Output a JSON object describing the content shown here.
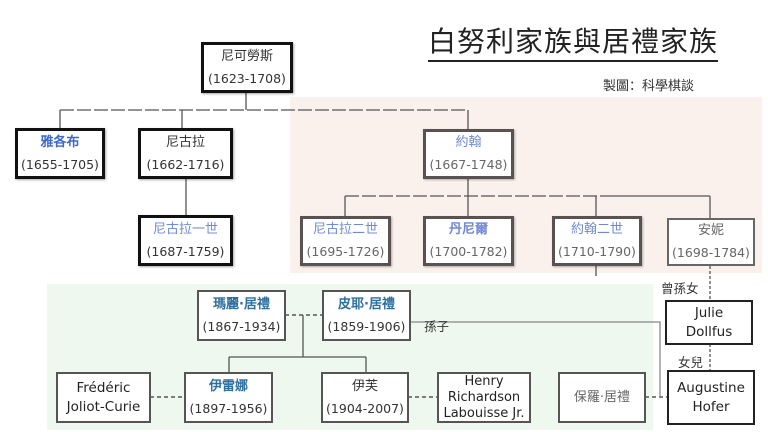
{
  "title": "白努利家族與居禮家族",
  "credit": "製圖：科學棋談",
  "bernoulli": {
    "nicolaus": {
      "name": "尼可勞斯",
      "years": "(1623-1708)"
    },
    "jacob": {
      "name": "雅各布",
      "years": "(1655-1705)"
    },
    "nicolaus_sr": {
      "name": "尼古拉",
      "years": "(1662-1716)"
    },
    "nicolaus_i": {
      "name": "尼古拉一世",
      "years": "(1687-1759)"
    },
    "johann": {
      "name": "約翰",
      "years": "(1667-1748)"
    },
    "nicolaus_ii": {
      "name": "尼古拉二世",
      "years": "(1695-1726)"
    },
    "daniel": {
      "name": "丹尼爾",
      "years": "(1700-1782)"
    },
    "johann_ii": {
      "name": "約翰二世",
      "years": "(1710-1790)"
    },
    "anne": {
      "name": "安妮",
      "years": "(1698-1784)"
    }
  },
  "curie": {
    "marie": {
      "name": "瑪麗·居禮",
      "years": "(1867-1934)"
    },
    "pierre": {
      "name": "皮耶·居禮",
      "years": "(1859-1906)"
    },
    "frederic": {
      "name": "Frédéric Joliot-Curie"
    },
    "irene": {
      "name": "伊雷娜",
      "years": "(1897-1956)"
    },
    "eve": {
      "name": "伊芙",
      "years": "(1904-2007)"
    },
    "henry": {
      "name": "Henry Richardson Labouisse Jr."
    },
    "paul": {
      "name": "保羅·居禮"
    },
    "julie": {
      "name": "Julie Dollfus"
    },
    "augustine": {
      "name": "Augustine Hofer"
    }
  },
  "labels": {
    "grandson": "孫子",
    "great_granddaughter": "曾孫女",
    "daughter": "女兒"
  },
  "colors": {
    "bernoulli_bg": "#fbf1ec",
    "curie_bg": "#eef8ef",
    "accent_blue": "#3f68c8"
  }
}
